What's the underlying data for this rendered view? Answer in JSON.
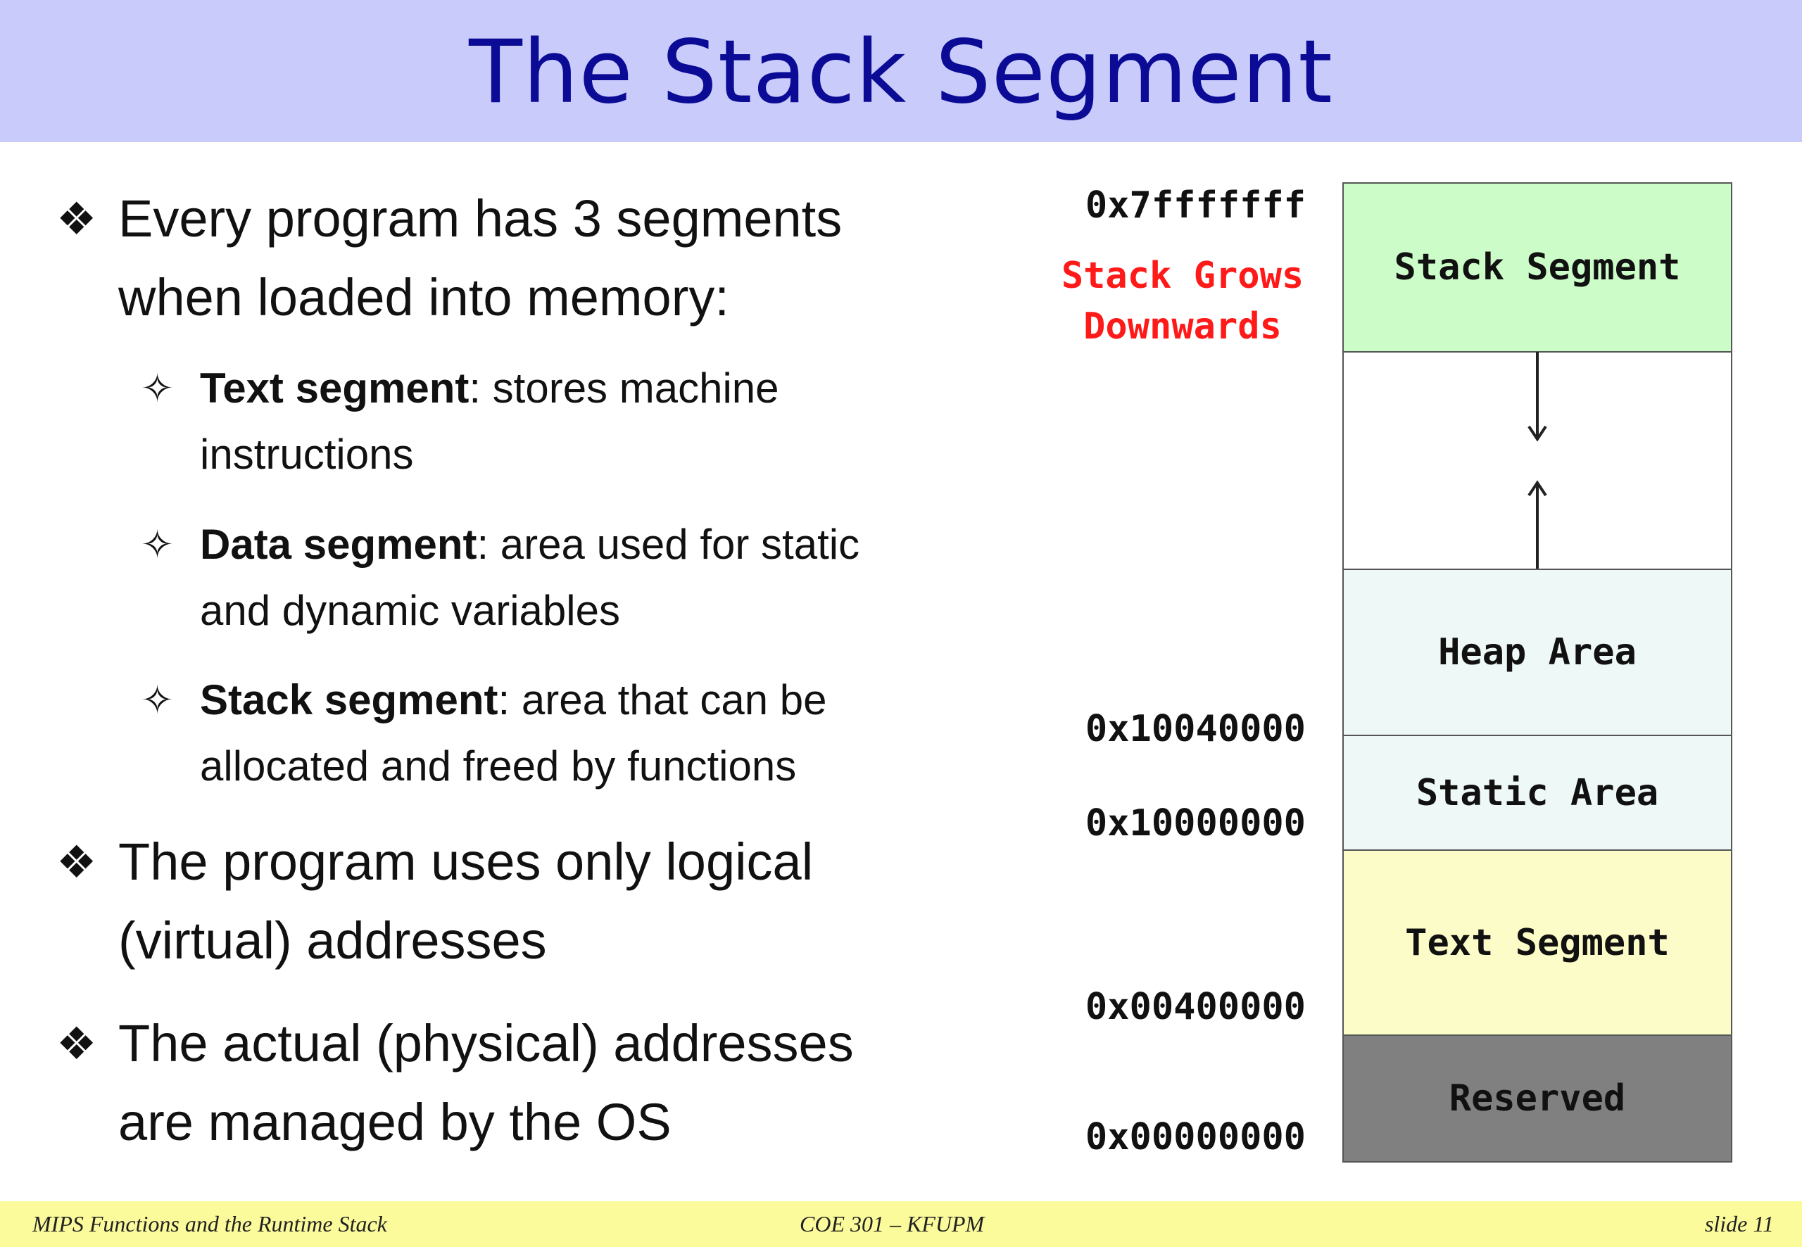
{
  "title": "The Stack Segment",
  "bullets": [
    {
      "lines": [
        "Every program has 3 segments",
        "when loaded into memory:"
      ]
    },
    {
      "lines": [
        "The program uses only logical",
        "(virtual) addresses"
      ]
    },
    {
      "lines": [
        "The actual (physical) addresses",
        "are managed by the OS"
      ]
    }
  ],
  "sub_bullets": [
    {
      "bold": "Text segment",
      "rest": ": stores machine",
      "line2": "instructions"
    },
    {
      "bold": "Data segment",
      "rest": ": area used for static",
      "line2": "and dynamic variables"
    },
    {
      "bold": "Stack segment",
      "rest": ": area that can be",
      "line2": "allocated and freed by functions"
    }
  ],
  "memory_map": {
    "addresses": [
      "0x7fffffff",
      "0x10040000",
      "0x10000000",
      "0x00400000",
      "0x00000000"
    ],
    "stack_note": [
      "Stack Grows",
      "Downwards"
    ],
    "segments": [
      {
        "label": "Stack Segment",
        "color": "#ccfcc8"
      },
      {
        "label": "",
        "color": "#ffffff"
      },
      {
        "label": "Heap Area",
        "color": "#eef8f6"
      },
      {
        "label": "Static Area",
        "color": "#eef8f6"
      },
      {
        "label": "Text Segment",
        "color": "#fcfcc8"
      },
      {
        "label": "Reserved",
        "color": "#808080"
      }
    ]
  },
  "footer": {
    "left": "MIPS Functions and the Runtime Stack",
    "center": "COE 301  – KFUPM",
    "right": "slide 11"
  },
  "colors": {
    "title_bar": "#c9ccfb",
    "title_text": "#0b0b96",
    "footer_bar": "#fbfb9c",
    "stack_note": "#ff1a1a"
  },
  "icons": {
    "bullet": "diamond-bullet-icon",
    "sub_bullet": "four-point-star-icon"
  }
}
